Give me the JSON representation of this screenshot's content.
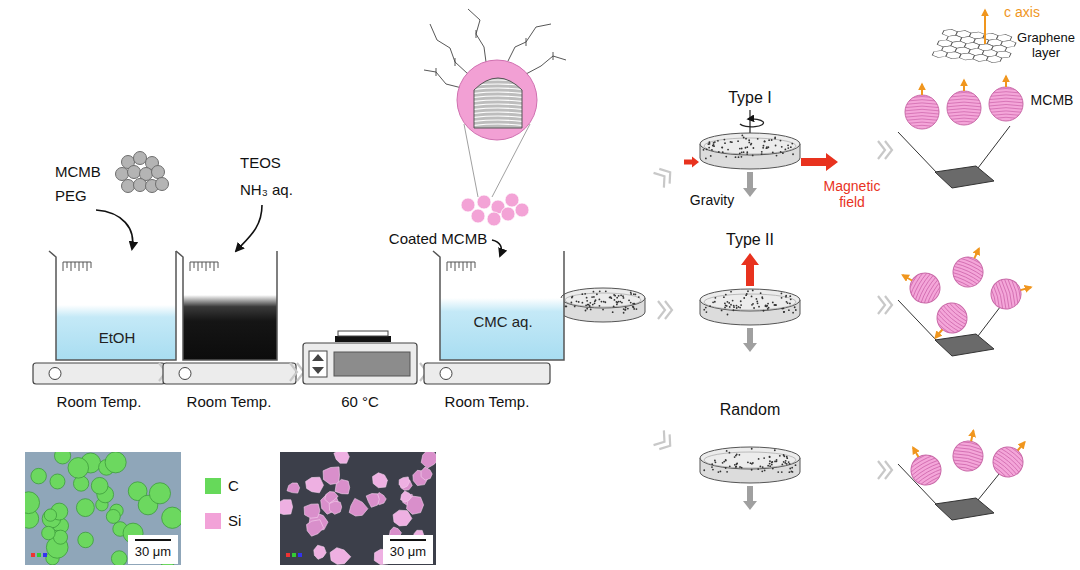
{
  "diagram": {
    "nodes": [
      {
        "text": [
          "EtOH"
        ]
      },
      {
        "text": [
          "CMC aq."
        ]
      }
    ],
    "labels": [
      "MCMB",
      "PEG",
      "TEOS",
      "NH₃ aq.",
      "Room Temp.",
      "Room Temp.",
      "60 °C",
      "Room Temp.",
      "Coated MCMB",
      "Type I",
      "Gravity",
      "Magnetic field",
      "Type II",
      "Random",
      "c axis",
      "Graphene layer",
      "MCMB",
      "30 μm",
      "30 μm"
    ],
    "legend": [
      {
        "text": "C",
        "color": "#66d95a"
      },
      {
        "text": "Si",
        "color": "#f2a2d8"
      }
    ]
  }
}
